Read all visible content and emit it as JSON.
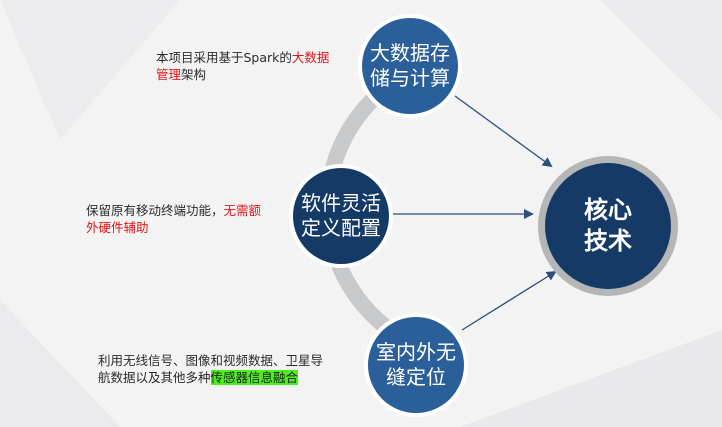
{
  "nodes": {
    "storage": {
      "line1": "大数据存",
      "line2": "储与计算"
    },
    "software": {
      "line1": "软件灵活",
      "line2": "定义配置"
    },
    "positioning": {
      "line1": "室内外无",
      "line2": "缝定位"
    },
    "core": {
      "line1": "核心",
      "line2": "技术"
    }
  },
  "descriptions": {
    "storage": {
      "text_a": "本项目采用基于Spark的",
      "highlight_red_a": "大数据",
      "highlight_red_b": "管理",
      "text_b": "架构"
    },
    "software": {
      "text_a": "保留原有移动终端功能，",
      "highlight_red_a": "无需额",
      "highlight_red_b": "外硬件辅助"
    },
    "positioning": {
      "text_a": "利用无线信号、图像和视频数据、卫星导",
      "text_b": "航数据以及其他多种",
      "highlight_green": "传感器信息融合"
    }
  },
  "colors": {
    "node_blue": "#2a5f99",
    "node_navy": "#163a66",
    "ring_gray": "#c8c9cb",
    "text_red": "#e31414",
    "highlight_green": "#4cf01e",
    "arrow": "#2c4f7c"
  }
}
